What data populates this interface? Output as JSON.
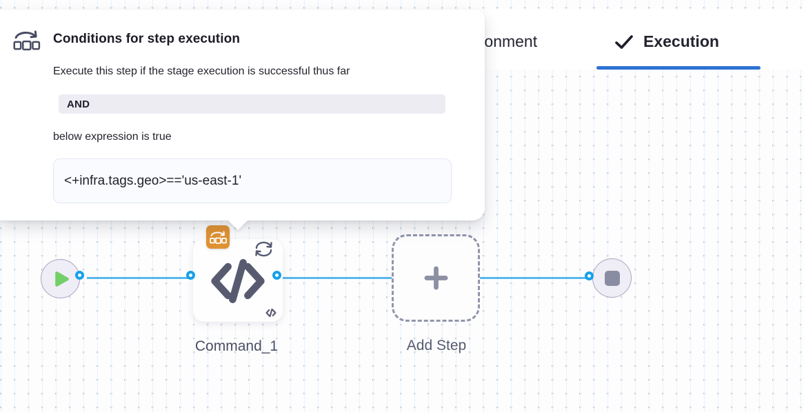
{
  "popover": {
    "icon": "conditional-execution-icon",
    "title": "Conditions for step execution",
    "description": "Execute this step if the stage execution is successful thus far",
    "operator": "AND",
    "expression_label": "below expression is true",
    "expression": "<+infra.tags.geo>=='us-east-1'"
  },
  "tabs": {
    "environment": {
      "label": "Environment"
    },
    "execution": {
      "label": "Execution",
      "selected": true,
      "icon": "check-icon"
    }
  },
  "pipeline": {
    "start_node": {
      "icon": "play-icon"
    },
    "steps": [
      {
        "label": "Command_1",
        "type_icon": "code-icon",
        "badges": [
          "conditional-execution-icon",
          "loop-icon"
        ]
      }
    ],
    "add_step": {
      "label": "Add Step",
      "icon": "plus-icon"
    },
    "end_node": {
      "icon": "stop-icon"
    }
  },
  "colors": {
    "tab_active_underline": "#2e72d3",
    "edge_blue": "#58b7eb",
    "port_ring_blue": "#17a1e7",
    "conditional_badge_orange": "#df9232",
    "play_green": "#74cf69",
    "node_fill": "#efeef6",
    "node_border": "#a9a3bf",
    "icon_slate": "#585b70",
    "operator_chip_bg": "#ececf2"
  }
}
